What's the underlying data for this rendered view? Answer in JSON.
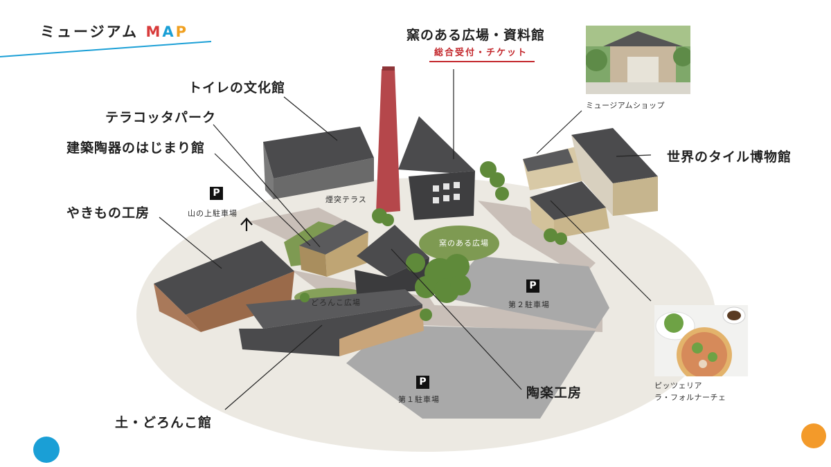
{
  "title": {
    "prefix": "ミュージアム",
    "m1": "M",
    "m2": "A",
    "m3": "P"
  },
  "labels": {
    "kiln_plaza": "窯のある広場・資料館",
    "reception": "総合受付・チケット",
    "toilet_museum": "トイレの文化館",
    "terracotta_park": "テラコッタパーク",
    "architecture_ceramics": "建築陶器のはじまり館",
    "pottery_studio": "やきもの工房",
    "earth_dorodango": "土・どろんこ館",
    "ceramic_workshop": "陶楽工房",
    "tile_museum": "世界のタイル博物館",
    "museum_shop": "ミュージアムショップ",
    "pizzeria_line1": "ピッツェリア",
    "pizzeria_line2": "ラ・フォルナーチェ"
  },
  "map_labels": {
    "chimney_terrace": "煙突テラス",
    "mountain_parking": "山の上駐車場",
    "kiln_plaza_area": "窯のある広場",
    "dorodango_plaza": "どろんこ広場",
    "parking2": "第２駐車場",
    "parking1": "第１駐車場",
    "parking_symbol": "P"
  },
  "colors": {
    "ground": "#ece9e2",
    "roof": "#4b4b4d",
    "chimney": "#b5474b",
    "brick": "#9a6a4a",
    "lawn": "#7e9a52",
    "parking": "#a9a9a9",
    "accent_blue": "#1a9fd6",
    "accent_orange": "#f39a2a",
    "underline_red": "#c3272c"
  }
}
